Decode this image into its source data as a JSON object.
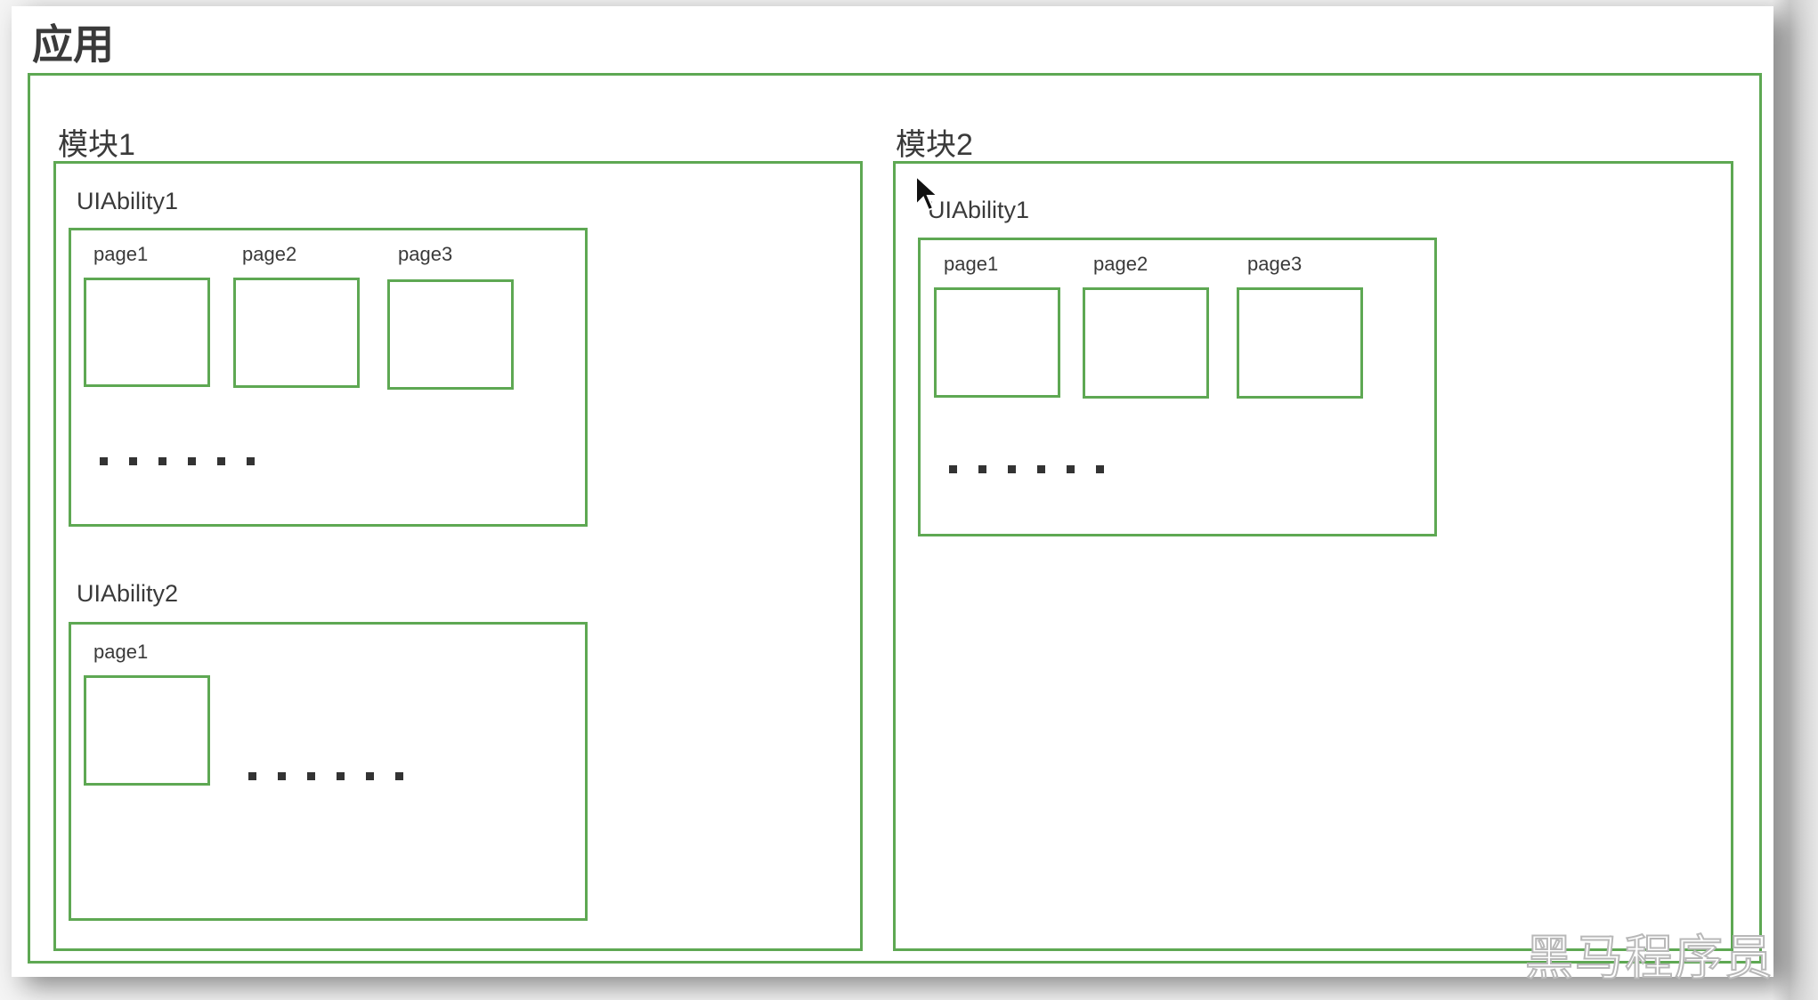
{
  "app": {
    "title": "应用"
  },
  "modules": [
    {
      "label": "模块1",
      "abilities": [
        {
          "label": "UIAbility1",
          "pages": [
            "page1",
            "page2",
            "page3"
          ],
          "more": "......"
        },
        {
          "label": "UIAbility2",
          "pages": [
            "page1"
          ],
          "more": "......"
        }
      ]
    },
    {
      "label": "模块2",
      "abilities": [
        {
          "label": "UIAbility1",
          "pages": [
            "page1",
            "page2",
            "page3"
          ],
          "more": "......"
        }
      ]
    }
  ],
  "watermark": "黑马程序员",
  "colors": {
    "border": "#5ea853"
  }
}
